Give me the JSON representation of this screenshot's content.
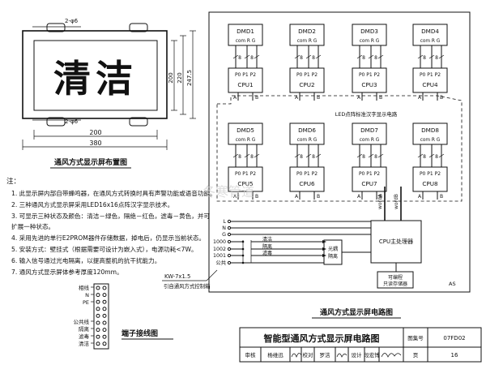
{
  "layout_view": {
    "display_chars": "清洁",
    "dim_top": "2-φ6",
    "dim_bottom": "2-φ6",
    "dim_width_inner": "200",
    "dim_width_outer": "380",
    "dim_height_inner": "200",
    "dim_height_mid": "220",
    "dim_height_outer": "247.5",
    "caption": "通风方式显示屏布置图"
  },
  "circuit": {
    "units": [
      {
        "dmd": "DMD1",
        "cpu": "CPU1"
      },
      {
        "dmd": "DMD2",
        "cpu": "CPU2"
      },
      {
        "dmd": "DMD3",
        "cpu": "CPU3"
      },
      {
        "dmd": "DMD4",
        "cpu": "CPU4"
      },
      {
        "dmd": "DMD5",
        "cpu": "CPU5"
      },
      {
        "dmd": "DMD6",
        "cpu": "CPU6"
      },
      {
        "dmd": "DMD7",
        "cpu": "CPU7"
      },
      {
        "dmd": "DMD8",
        "cpu": "CPU8"
      }
    ],
    "dmd_pins": "com  R   G",
    "bus_width": "8",
    "cpu_ports": "P0  P1  P2",
    "bus_a": "A",
    "bus_b": "B",
    "led_circuit_label": "LED点阵标准汉字显示电路",
    "word_a": "wordA",
    "word_b": "wordB",
    "inputs": [
      "L",
      "N",
      "G",
      "1000",
      "1002",
      "1001",
      "公共"
    ],
    "switch_labels": [
      "清洁",
      "隔离",
      "滤毒"
    ],
    "opto_label_1": "光耦",
    "opto_label_2": "隔离",
    "main_cpu": "CPU主处理器",
    "eprom_1": "可编程",
    "eprom_2": "只读存储器",
    "corner_tag": "AS",
    "cable_1": "KW-7x1.5",
    "cable_2": "引自通风方式控制箱",
    "caption": "通风方式显示屏电路图"
  },
  "terminal": {
    "labels_top": [
      "相线",
      "N",
      "PE"
    ],
    "labels_bottom": [
      "公共线",
      "隔离",
      "滤毒",
      "清洁"
    ],
    "caption": "端子接线图"
  },
  "notes": {
    "heading": "注：",
    "items": [
      "1. 此显示屏内部自带蜂鸣器，在通风方式转换时具有声警功能或语音功能。",
      "2. 三种通风方式显示屏采用LED16x16点阵汉字显示技术。",
      "3. 可显示三种状态及颜色：清洁－绿色，隔绝－红色，滤毒－黄色，并可",
      "   扩展一种状态。",
      "4. 采用先进的单行E2PROM器件存储数据，掉电后，仍显示当前状态。",
      "5. 安装方式：壁挂式（根据需要可设计为嵌入式），电源功耗<7W。",
      "6. 输入信号通过光电隔离，以提高整机的抗干扰能力。",
      "7. 通风方式显示屏体参考厚度120mm。"
    ]
  },
  "title_block": {
    "title": "智能型通风方式显示屏电路图",
    "atlas_label": "图集号",
    "atlas_no": "07FD02",
    "audit_label": "审核",
    "audit_name": "杨维迅",
    "check_label": "校对",
    "check_name": "罗洁",
    "design_label": "设计",
    "design_name": "段宏博",
    "page_label": "页",
    "page_no": "16"
  },
  "watermark": "冬寒管道"
}
